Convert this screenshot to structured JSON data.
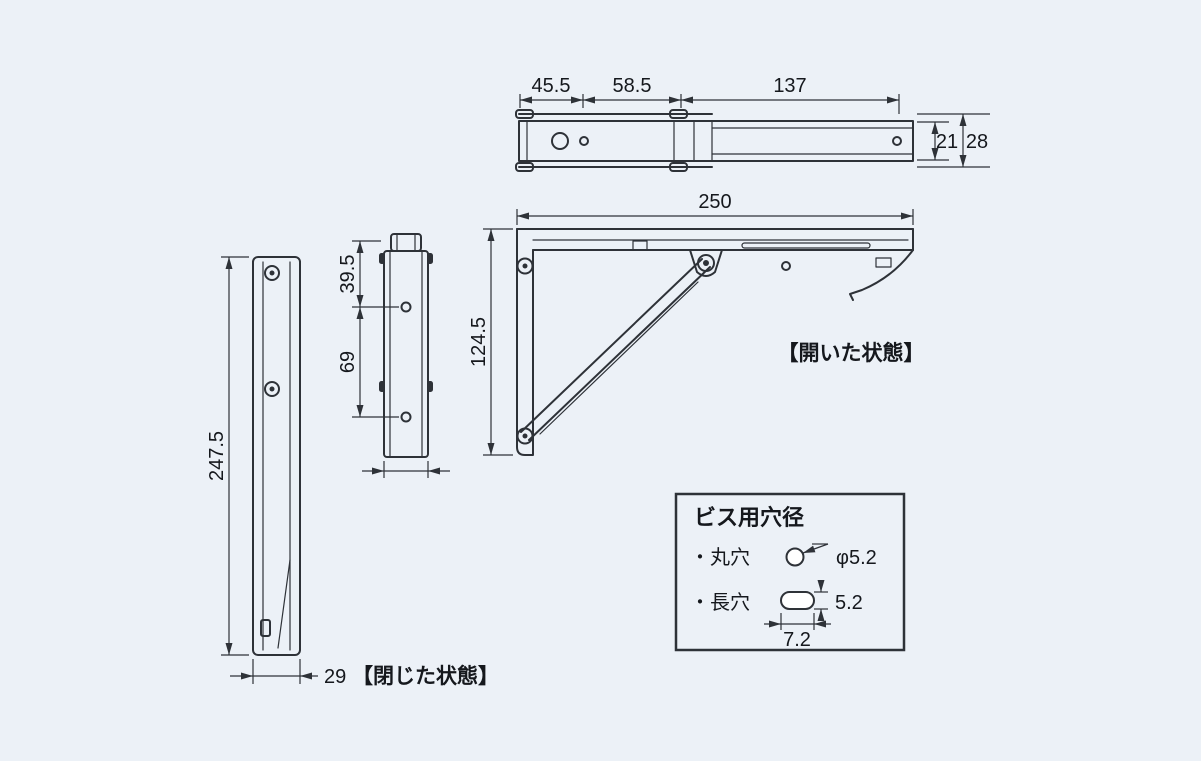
{
  "canvas": {
    "background": "#ecf1f7",
    "line_color": "#2e3238",
    "text_color": "#15181d"
  },
  "top_view": {
    "dims": {
      "d1": "45.5",
      "d2": "58.5",
      "d3": "137",
      "h_inner": "21",
      "h_outer": "28"
    }
  },
  "open_view": {
    "width": "250",
    "height": "124.5",
    "caption": "【開いた状態】"
  },
  "closed_view": {
    "height": "247.5",
    "width": "29",
    "caption": "【閉じた状態】"
  },
  "front_view": {
    "d_top": "39.5",
    "d_mid": "69"
  },
  "legend": {
    "title": "ビス用穴径",
    "round_hole": {
      "label": "・丸穴",
      "value": "φ5.2"
    },
    "slot_hole": {
      "label": "・長穴",
      "height": "5.2",
      "width": "7.2"
    }
  }
}
